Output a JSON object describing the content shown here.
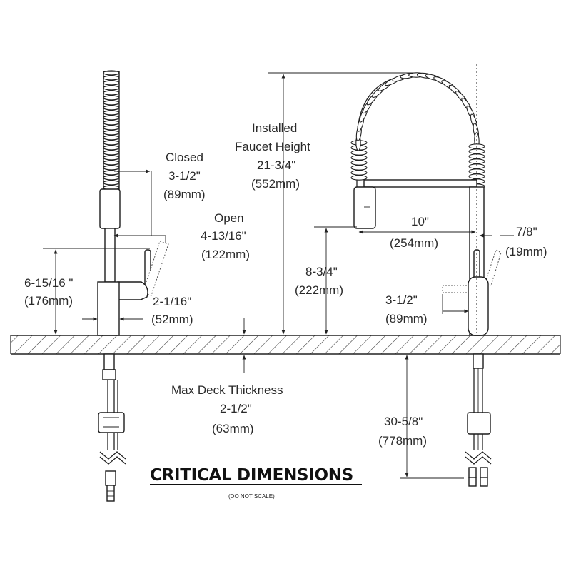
{
  "title": "CRITICAL DIMENSIONS",
  "subtitle": "(DO NOT SCALE)",
  "dimensions": {
    "closed": {
      "label": "Closed",
      "imperial": "3-1/2\"",
      "metric": "(89mm)"
    },
    "open": {
      "label": "Open",
      "imperial": "4-13/16\"",
      "metric": "(122mm)"
    },
    "base_height": {
      "imperial": "6-15/16 \"",
      "metric": "(176mm)"
    },
    "base_diameter": {
      "imperial": "2-1/16\"",
      "metric": "(52mm)"
    },
    "installed_height": {
      "label_line1": "Installed",
      "label_line2": "Faucet Height",
      "imperial": "21-3/4\"",
      "metric": "(552mm)"
    },
    "spout_reach": {
      "imperial": "10\"",
      "metric": "(254mm)"
    },
    "spout_clearance": {
      "imperial": "8-3/4\"",
      "metric": "(222mm)"
    },
    "handle_offset": {
      "imperial": "7/8\"",
      "metric": "(19mm)"
    },
    "handle_swing": {
      "imperial": "3-1/2\"",
      "metric": "(89mm)"
    },
    "deck_thickness": {
      "label": "Max Deck Thickness",
      "imperial": "2-1/2\"",
      "metric": "(63mm)"
    },
    "supply_length": {
      "imperial": "30-5/8\"",
      "metric": "(778mm)"
    }
  }
}
